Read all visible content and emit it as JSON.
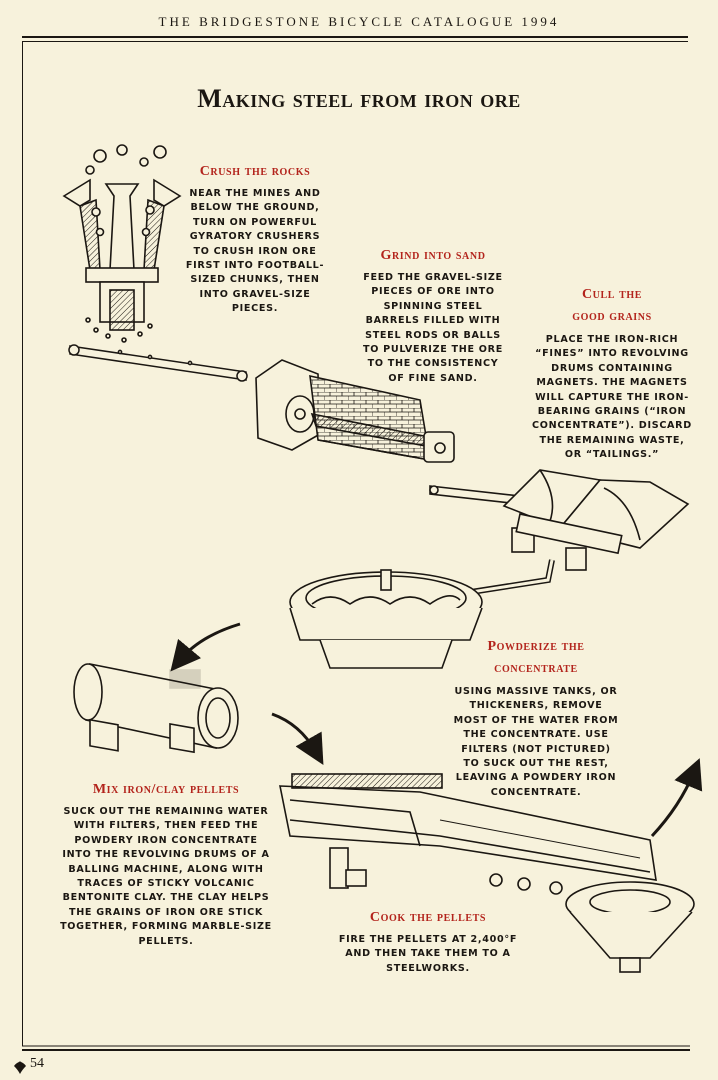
{
  "header": {
    "text": "THE BRIDGESTONE BICYCLE CATALOGUE 1994"
  },
  "title": "Making steel from iron ore",
  "steps": [
    {
      "heading": "Crush the rocks",
      "body": "Near the mines and below the ground, turn on powerful gyratory crushers to crush iron ore first into football-sized chunks, then into gravel-size pieces."
    },
    {
      "heading": "Grind into sand",
      "body": "Feed the gravel-size pieces of ore into spinning steel barrels filled with steel rods or balls to pulverize the ore to the consistency of fine sand."
    },
    {
      "heading": "Cull the good grains",
      "body": "Place the iron-rich “fines” into revolving drums containing magnets. The magnets will capture the iron-bearing grains (“iron concentrate”). Discard the remaining waste, or “tailings.”"
    },
    {
      "heading": "Powderize the concentrate",
      "body": "Using massive tanks, or thickeners, remove most of the water from the concentrate. Use filters (not pictured) to suck out the rest, leaving a powdery iron concentrate."
    },
    {
      "heading": "Mix iron/clay pellets",
      "body": "Suck out the remaining water with filters, then feed the powdery iron concentrate into the revolving drums of a balling machine, along with traces of sticky volcanic bentonite clay. The clay helps the grains of iron ore stick together, forming marble-size pellets."
    },
    {
      "heading": "Cook the pellets",
      "body": "Fire the pellets at 2,400°F and then take them to a steelworks."
    }
  ],
  "footer": {
    "page_number": "54"
  },
  "icons": [
    "page-ornament-icon",
    "arrow-icon"
  ]
}
